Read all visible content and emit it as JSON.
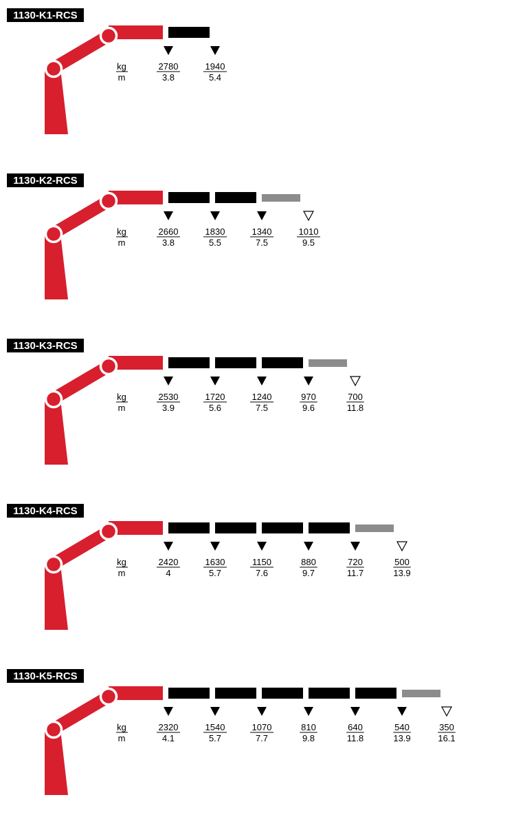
{
  "colors": {
    "crane": "#d71f2e",
    "extension": "#000000",
    "manual_extension": "#8c8c8c",
    "title_bg": "#000000",
    "title_text": "#ffffff"
  },
  "units": {
    "load": "kg",
    "radius": "m"
  },
  "configs": [
    {
      "title": "1130-K1-RCS",
      "extensions": 1,
      "manual_extensions": 0,
      "points": [
        {
          "kg": "2780",
          "m": "3.8",
          "marker": "filled"
        },
        {
          "kg": "1940",
          "m": "5.4",
          "marker": "filled"
        }
      ]
    },
    {
      "title": "1130-K2-RCS",
      "extensions": 2,
      "manual_extensions": 1,
      "points": [
        {
          "kg": "2660",
          "m": "3.8",
          "marker": "filled"
        },
        {
          "kg": "1830",
          "m": "5.5",
          "marker": "filled"
        },
        {
          "kg": "1340",
          "m": "7.5",
          "marker": "filled"
        },
        {
          "kg": "1010",
          "m": "9.5",
          "marker": "open"
        }
      ]
    },
    {
      "title": "1130-K3-RCS",
      "extensions": 3,
      "manual_extensions": 1,
      "points": [
        {
          "kg": "2530",
          "m": "3.9",
          "marker": "filled"
        },
        {
          "kg": "1720",
          "m": "5.6",
          "marker": "filled"
        },
        {
          "kg": "1240",
          "m": "7.5",
          "marker": "filled"
        },
        {
          "kg": "970",
          "m": "9.6",
          "marker": "filled"
        },
        {
          "kg": "700",
          "m": "11.8",
          "marker": "open"
        }
      ]
    },
    {
      "title": "1130-K4-RCS",
      "extensions": 4,
      "manual_extensions": 1,
      "points": [
        {
          "kg": "2420",
          "m": "4",
          "marker": "filled"
        },
        {
          "kg": "1630",
          "m": "5.7",
          "marker": "filled"
        },
        {
          "kg": "1150",
          "m": "7.6",
          "marker": "filled"
        },
        {
          "kg": "880",
          "m": "9.7",
          "marker": "filled"
        },
        {
          "kg": "720",
          "m": "11.7",
          "marker": "filled"
        },
        {
          "kg": "500",
          "m": "13.9",
          "marker": "open"
        }
      ]
    },
    {
      "title": "1130-K5-RCS",
      "extensions": 5,
      "manual_extensions": 1,
      "points": [
        {
          "kg": "2320",
          "m": "4.1",
          "marker": "filled"
        },
        {
          "kg": "1540",
          "m": "5.7",
          "marker": "filled"
        },
        {
          "kg": "1070",
          "m": "7.7",
          "marker": "filled"
        },
        {
          "kg": "810",
          "m": "9.8",
          "marker": "filled"
        },
        {
          "kg": "640",
          "m": "11.8",
          "marker": "filled"
        },
        {
          "kg": "540",
          "m": "13.9",
          "marker": "filled"
        },
        {
          "kg": "350",
          "m": "16.1",
          "marker": "open"
        }
      ]
    }
  ]
}
